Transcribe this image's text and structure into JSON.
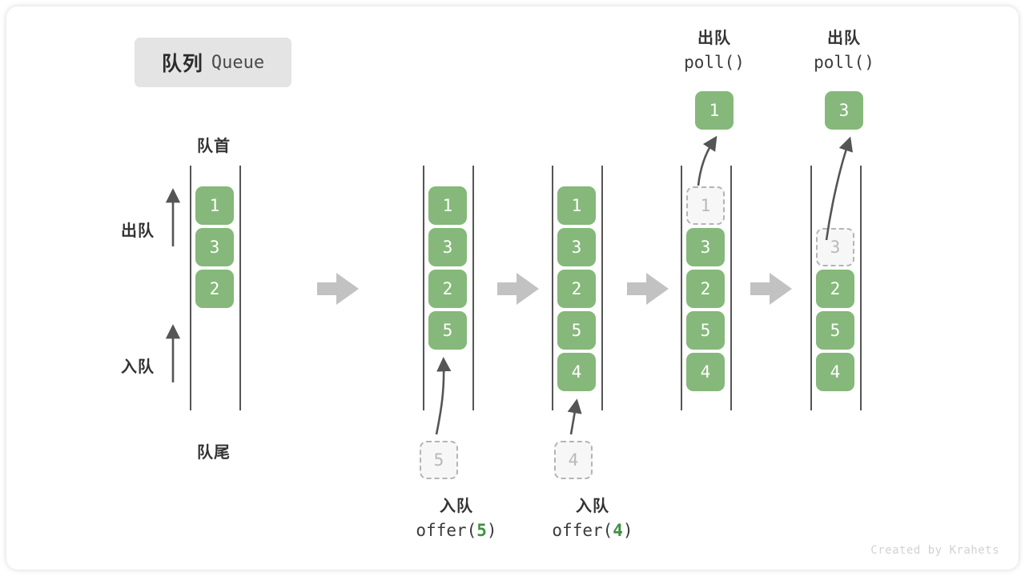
{
  "title": {
    "cn": "队列",
    "en": "Queue"
  },
  "labels": {
    "head": "队首",
    "tail": "队尾",
    "dequeue": "出队",
    "enqueue": "入队"
  },
  "credit": "Created by Krahets",
  "colors": {
    "element_green": "#85b87a",
    "ghost_fill": "#f7f7f7",
    "ghost_border": "#b4b4b4",
    "rail": "#555555",
    "step_arrow": "#c2c2c2",
    "motion_arrow": "#555555",
    "badge_bg": "#e4e4e4",
    "text_dark": "#333333",
    "accent_value": "#3e9140"
  },
  "side_labels": [
    {
      "name": "dequeue",
      "text": "出队",
      "direction": "up"
    },
    {
      "name": "enqueue",
      "text": "入队",
      "direction": "up"
    }
  ],
  "captions": {
    "offer5": {
      "cn": "入队",
      "call_prefix": "offer(",
      "value": "5",
      "call_suffix": ")"
    },
    "offer4": {
      "cn": "入队",
      "call_prefix": "offer(",
      "value": "4",
      "call_suffix": ")"
    },
    "poll1": {
      "cn": "出队",
      "call": "poll()"
    },
    "poll2": {
      "cn": "出队",
      "call": "poll()"
    }
  },
  "stages": [
    {
      "name": "initial",
      "slots": [
        {
          "value": "1",
          "state": "filled"
        },
        {
          "value": "3",
          "state": "filled"
        },
        {
          "value": "2",
          "state": "filled"
        }
      ],
      "incoming": null,
      "popped": null
    },
    {
      "name": "after-offer-5",
      "slots": [
        {
          "value": "1",
          "state": "filled"
        },
        {
          "value": "3",
          "state": "filled"
        },
        {
          "value": "2",
          "state": "filled"
        },
        {
          "value": "5",
          "state": "filled"
        }
      ],
      "incoming": {
        "value": "5",
        "state": "ghost"
      },
      "popped": null
    },
    {
      "name": "after-offer-4",
      "slots": [
        {
          "value": "1",
          "state": "filled"
        },
        {
          "value": "3",
          "state": "filled"
        },
        {
          "value": "2",
          "state": "filled"
        },
        {
          "value": "5",
          "state": "filled"
        },
        {
          "value": "4",
          "state": "filled"
        }
      ],
      "incoming": {
        "value": "4",
        "state": "ghost"
      },
      "popped": null
    },
    {
      "name": "after-poll-1",
      "slots": [
        {
          "value": "1",
          "state": "ghost"
        },
        {
          "value": "3",
          "state": "filled"
        },
        {
          "value": "2",
          "state": "filled"
        },
        {
          "value": "5",
          "state": "filled"
        },
        {
          "value": "4",
          "state": "filled"
        }
      ],
      "incoming": null,
      "popped": {
        "value": "1",
        "state": "filled"
      }
    },
    {
      "name": "after-poll-3",
      "slots": [
        {
          "value": "",
          "state": "empty"
        },
        {
          "value": "3",
          "state": "ghost"
        },
        {
          "value": "2",
          "state": "filled"
        },
        {
          "value": "5",
          "state": "filled"
        },
        {
          "value": "4",
          "state": "filled"
        }
      ],
      "incoming": null,
      "popped": {
        "value": "3",
        "state": "filled"
      }
    }
  ]
}
